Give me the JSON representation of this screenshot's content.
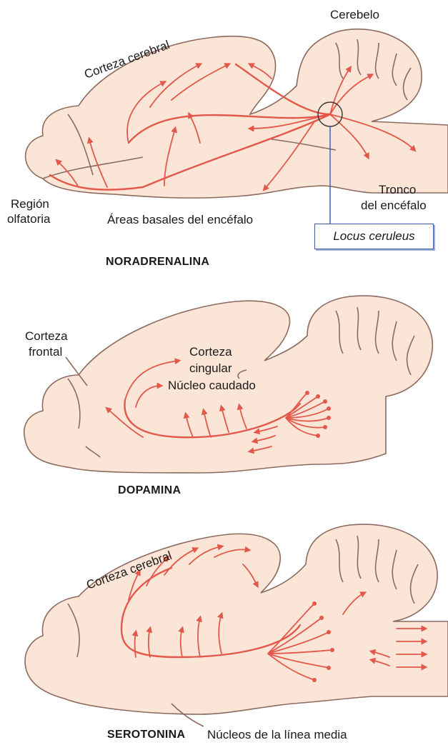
{
  "noradrenalina": {
    "title": "NORADRENALINA",
    "cerebelo": "Cerebelo",
    "corteza_cerebral": "Corteza cerebral",
    "region_olfatoria_1": "Región",
    "region_olfatoria_2": "olfatoria",
    "areas_basales": "Áreas basales del encéfalo",
    "tronco_1": "Tronco",
    "tronco_2": "del encéfalo",
    "locus": "Locus ceruleus"
  },
  "dopamina": {
    "title": "DOPAMINA",
    "corteza_frontal_1": "Corteza",
    "corteza_frontal_2": "frontal",
    "corteza_cingular_1": "Corteza",
    "corteza_cingular_2": "cingular",
    "nucleo_caudado": "Núcleo caudado"
  },
  "serotonina": {
    "title": "SEROTONINA",
    "corteza_cerebral": "Corteza cerebral",
    "nucleos": "Núcleos de la línea media"
  },
  "colors": {
    "pathway": "#e2584b",
    "tissue": "#fbe5d6",
    "outline": "#8c6a5e",
    "callout_border": "#3a5ba8"
  }
}
